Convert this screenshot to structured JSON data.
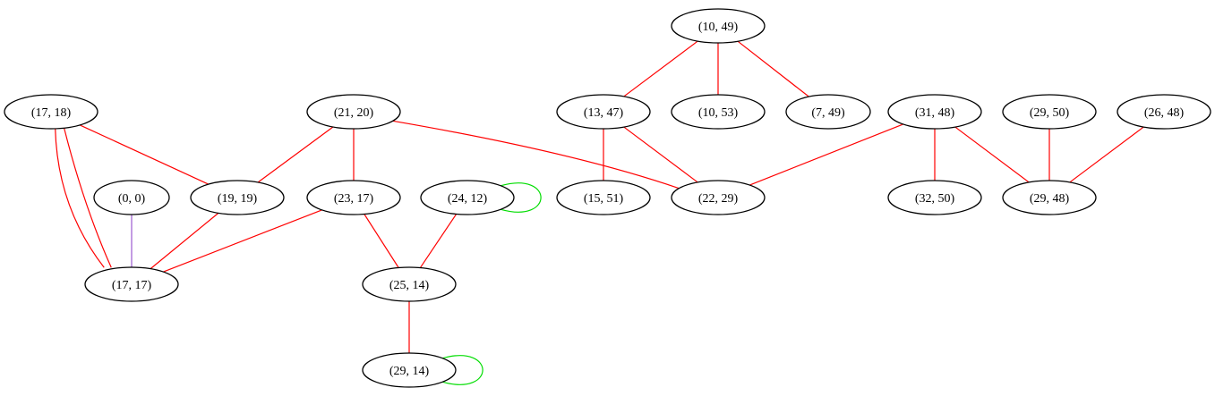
{
  "graph": {
    "nodes": [
      {
        "id": "n_10_49",
        "label": "(10, 49)"
      },
      {
        "id": "n_13_47",
        "label": "(13, 47)"
      },
      {
        "id": "n_10_53",
        "label": "(10, 53)"
      },
      {
        "id": "n_7_49",
        "label": "(7, 49)"
      },
      {
        "id": "n_31_48",
        "label": "(31, 48)"
      },
      {
        "id": "n_29_50",
        "label": "(29, 50)"
      },
      {
        "id": "n_26_48",
        "label": "(26, 48)"
      },
      {
        "id": "n_17_18",
        "label": "(17, 18)"
      },
      {
        "id": "n_21_20",
        "label": "(21, 20)"
      },
      {
        "id": "n_0_0",
        "label": "(0, 0)"
      },
      {
        "id": "n_19_19",
        "label": "(19, 19)"
      },
      {
        "id": "n_23_17",
        "label": "(23, 17)"
      },
      {
        "id": "n_24_12",
        "label": "(24, 12)"
      },
      {
        "id": "n_15_51",
        "label": "(15, 51)"
      },
      {
        "id": "n_22_29",
        "label": "(22, 29)"
      },
      {
        "id": "n_32_50",
        "label": "(32, 50)"
      },
      {
        "id": "n_29_48",
        "label": "(29, 48)"
      },
      {
        "id": "n_17_17",
        "label": "(17, 17)"
      },
      {
        "id": "n_25_14",
        "label": "(25, 14)"
      },
      {
        "id": "n_29_14",
        "label": "(29, 14)"
      }
    ],
    "edges": [
      {
        "from": "n_10_49",
        "to": "n_13_47",
        "color": "#ff0000"
      },
      {
        "from": "n_10_49",
        "to": "n_10_53",
        "color": "#ff0000"
      },
      {
        "from": "n_10_49",
        "to": "n_7_49",
        "color": "#ff0000"
      },
      {
        "from": "n_13_47",
        "to": "n_15_51",
        "color": "#ff0000"
      },
      {
        "from": "n_13_47",
        "to": "n_22_29",
        "color": "#ff0000"
      },
      {
        "from": "n_21_20",
        "to": "n_22_29",
        "color": "#ff0000"
      },
      {
        "from": "n_31_48",
        "to": "n_22_29",
        "color": "#ff0000"
      },
      {
        "from": "n_31_48",
        "to": "n_32_50",
        "color": "#ff0000"
      },
      {
        "from": "n_31_48",
        "to": "n_29_48",
        "color": "#ff0000"
      },
      {
        "from": "n_29_50",
        "to": "n_29_48",
        "color": "#ff0000"
      },
      {
        "from": "n_26_48",
        "to": "n_29_48",
        "color": "#ff0000"
      },
      {
        "from": "n_17_18",
        "to": "n_19_19",
        "color": "#ff0000"
      },
      {
        "from": "n_17_18",
        "to": "n_17_17",
        "color": "#ff0000"
      },
      {
        "from": "n_17_18",
        "to": "n_17_17",
        "color": "#ff0000"
      },
      {
        "from": "n_21_20",
        "to": "n_19_19",
        "color": "#ff0000"
      },
      {
        "from": "n_21_20",
        "to": "n_23_17",
        "color": "#ff0000"
      },
      {
        "from": "n_0_0",
        "to": "n_17_17",
        "color": "#9b59d0"
      },
      {
        "from": "n_19_19",
        "to": "n_17_17",
        "color": "#ff0000"
      },
      {
        "from": "n_23_17",
        "to": "n_17_17",
        "color": "#ff0000"
      },
      {
        "from": "n_23_17",
        "to": "n_25_14",
        "color": "#ff0000"
      },
      {
        "from": "n_24_12",
        "to": "n_25_14",
        "color": "#ff0000"
      },
      {
        "from": "n_25_14",
        "to": "n_29_14",
        "color": "#ff0000"
      },
      {
        "from": "n_24_12",
        "to": "n_24_12",
        "color": "#00dd00"
      },
      {
        "from": "n_29_14",
        "to": "n_29_14",
        "color": "#00dd00"
      }
    ]
  }
}
